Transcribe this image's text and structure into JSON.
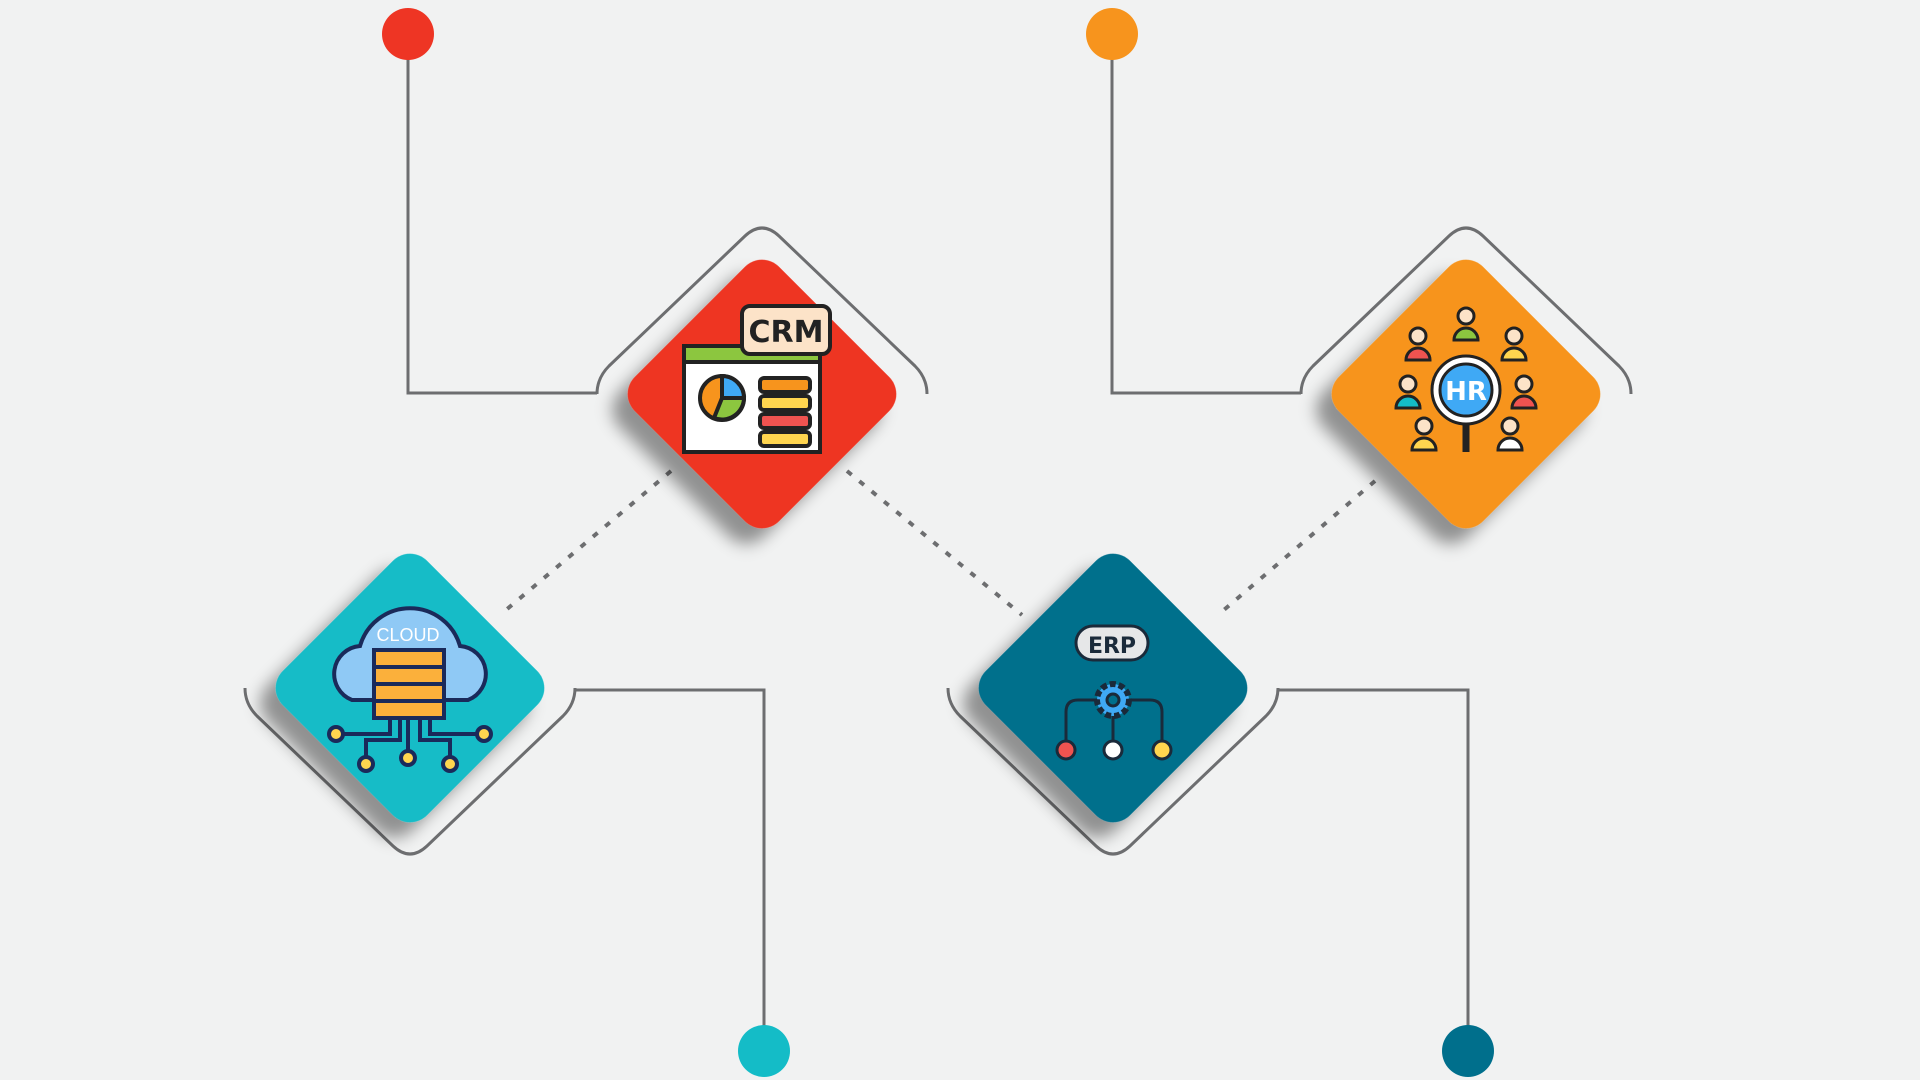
{
  "nodes": {
    "crm": {
      "label": "CRM",
      "color": "#ee3524"
    },
    "hr": {
      "label": "HR",
      "color": "#f7941d"
    },
    "cloud": {
      "label": "CLOUD",
      "color": "#14bcc7"
    },
    "erp": {
      "label": "ERP",
      "color": "#006f8c"
    }
  },
  "colors": {
    "background": "#f1f2f2",
    "connector": "#6d6e70"
  }
}
